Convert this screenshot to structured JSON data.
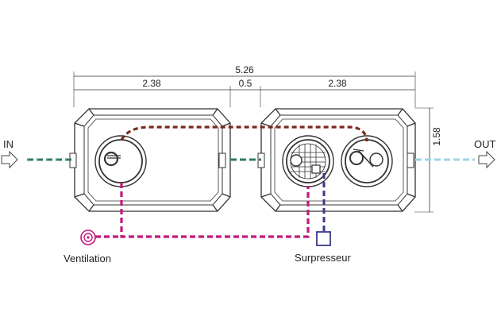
{
  "dimensions": {
    "total": "5.26",
    "left_tank": "2.38",
    "gap": "0.5",
    "right_tank": "2.38",
    "height": "1.58"
  },
  "labels": {
    "inlet": "IN",
    "outlet": "OUT",
    "ventilation": "Ventilation",
    "blower": "Surpresseur"
  },
  "colors": {
    "inlet_pipe": "#2e7d5b",
    "outlet_pipe": "#9fd3e0",
    "air_line": "#7a2a1e",
    "ventilation_line": "#c2187a",
    "blower_line": "#3a3a8c",
    "outline": "#333333"
  }
}
